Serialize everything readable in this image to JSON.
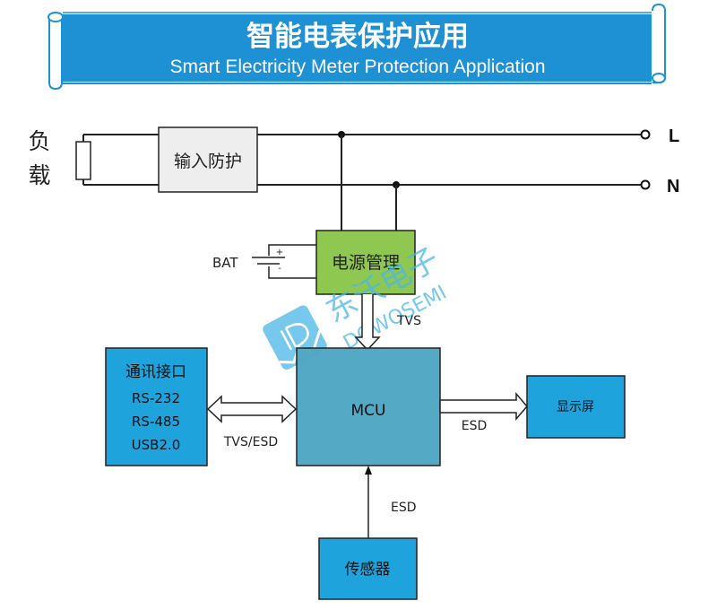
{
  "banner": {
    "title": "智能电表保护应用",
    "subtitle": "Smart Electricity Meter Protection Application",
    "color": "#1e90d4"
  },
  "load": {
    "label_line1": "负",
    "label_line2": "载"
  },
  "terminals": {
    "live": "L",
    "neutral": "N"
  },
  "blocks": {
    "input_protection": {
      "label": "输入防护",
      "color": "#eeeeee"
    },
    "power_management": {
      "label": "电源管理",
      "color": "#8fc850"
    },
    "mcu": {
      "label": "MCU",
      "color": "#4ea6c2"
    },
    "comm_interface": {
      "label": "通讯接口",
      "lines": [
        "RS-232",
        "RS-485",
        "USB2.0"
      ],
      "color": "#1ea3dc"
    },
    "display": {
      "label": "显示屏",
      "color": "#1ea3dc"
    },
    "sensor": {
      "label": "传感器",
      "color": "#1ea3dc"
    }
  },
  "battery": {
    "label": "BAT",
    "plus": "+",
    "minus": "-"
  },
  "connections": {
    "power_to_mcu": "TVS",
    "comm_to_mcu": "TVS/ESD",
    "mcu_to_display": "ESD",
    "sensor_to_mcu": "ESD"
  },
  "watermark": {
    "cn": "东沃电子",
    "en": "DOWOSEMI"
  }
}
